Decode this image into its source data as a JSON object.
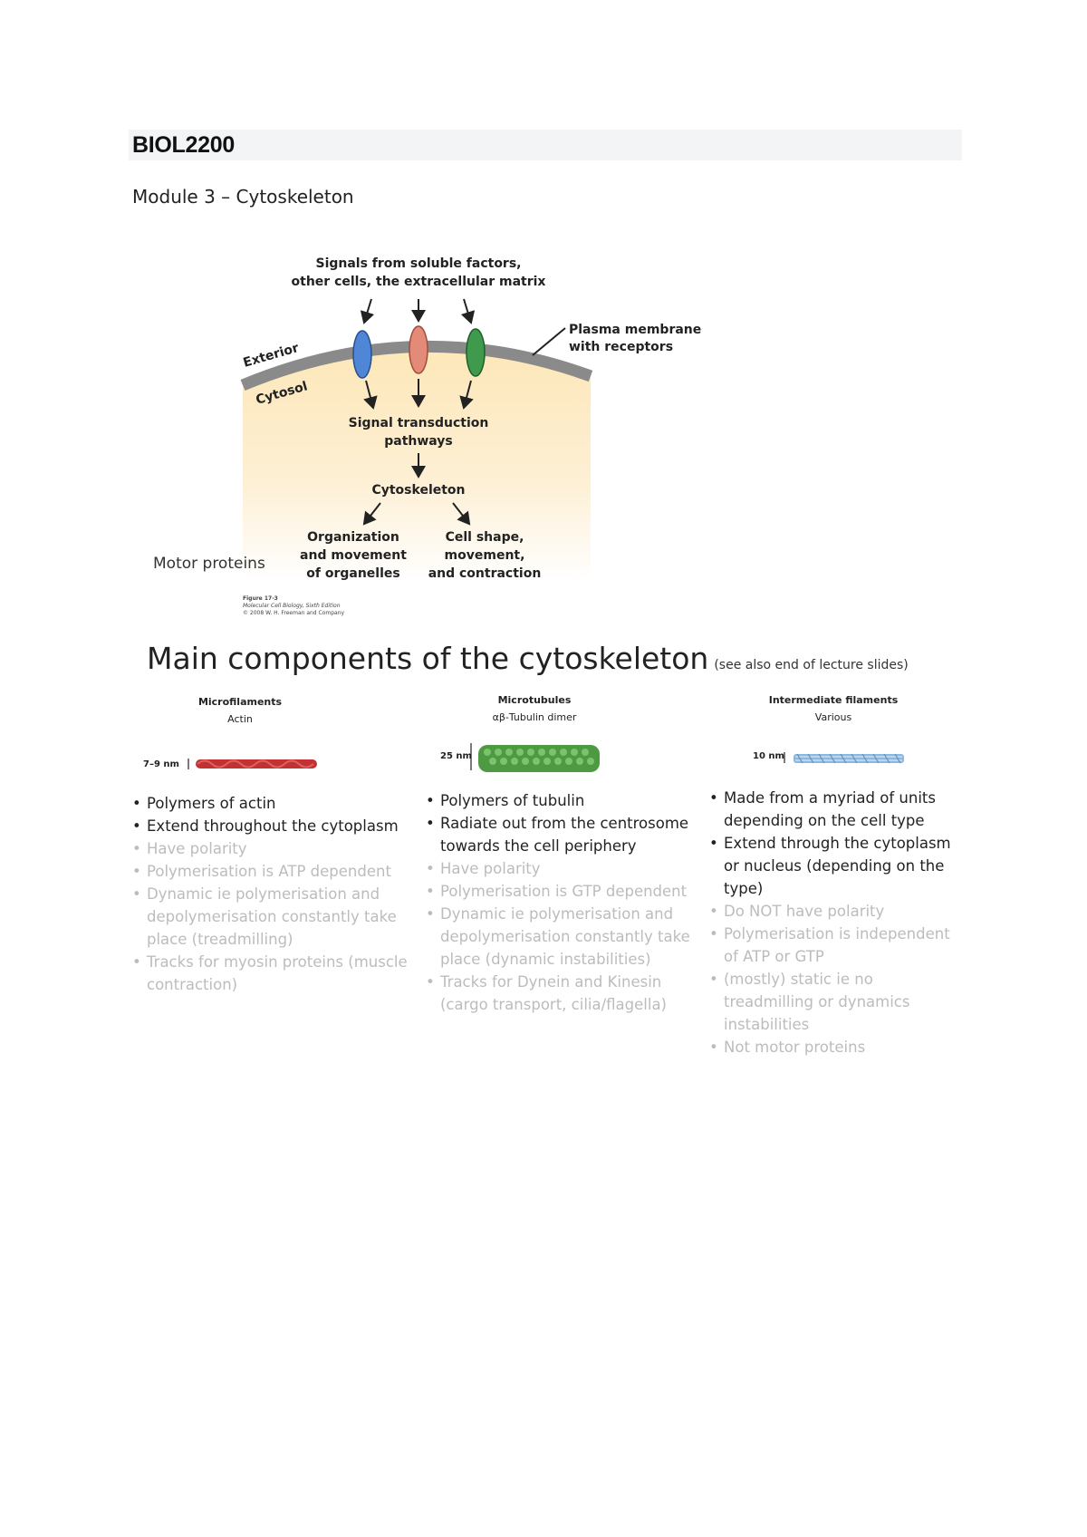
{
  "header": {
    "course_code": "BIOL2200",
    "module_title": "Module 3 – Cytoskeleton"
  },
  "signaling_diagram": {
    "signals_label_line1": "Signals from soluble factors,",
    "signals_label_line2": "other cells, the extracellular matrix",
    "membrane_label_line1": "Plasma membrane",
    "membrane_label_line2": "with receptors",
    "exterior_label": "Exterior",
    "cytosol_label": "Cytosol",
    "transduction_line1": "Signal transduction",
    "transduction_line2": "pathways",
    "cytoskeleton_label": "Cytoskeleton",
    "organization_line1": "Organization",
    "organization_line2": "and movement",
    "organization_line3": "of organelles",
    "cellshape_line1": "Cell shape,",
    "cellshape_line2": "movement,",
    "cellshape_line3": "and contraction",
    "credit_line1": "Figure 17-3",
    "credit_line2": "Molecular Cell Biology, Sixth Edition",
    "credit_line3": "© 2008 W. H. Freeman and Company",
    "receptor_colors": [
      "#4f86d6",
      "#e48a78",
      "#3f9a4e"
    ]
  },
  "motor_proteins_label": "Motor proteins",
  "components": {
    "title": "Main components of the cytoskeleton",
    "title_note": "(see also end of lecture slides)",
    "columns": [
      {
        "heading": "Microfilaments",
        "subheading": "Actin",
        "size": "7–9 nm",
        "filament_color": "#cc3a3a",
        "bullets": [
          {
            "text": "Polymers of actin",
            "style": "dark"
          },
          {
            "text": "Extend throughout the cytoplasm",
            "style": "dark"
          },
          {
            "text": "Have polarity",
            "style": "dim"
          },
          {
            "text": "Polymerisation is ATP dependent",
            "style": "dim"
          },
          {
            "text": "Dynamic ie polymerisation and depolymerisation constantly take place (treadmilling)",
            "style": "dim"
          },
          {
            "text": "Tracks for myosin proteins (muscle contraction)",
            "style": "dim"
          }
        ]
      },
      {
        "heading": "Microtubules",
        "subheading": "αβ-Tubulin dimer",
        "size": "25 nm",
        "filament_color": "#5aa64e",
        "bullets": [
          {
            "text": "Polymers of tubulin",
            "style": "dark"
          },
          {
            "text": "Radiate out from the centrosome towards the cell periphery",
            "style": "dark"
          },
          {
            "text": "Have polarity",
            "style": "dim"
          },
          {
            "text": "Polymerisation is GTP dependent",
            "style": "dim"
          },
          {
            "text": "Dynamic ie polymerisation and depolymerisation constantly take place (dynamic instabilities)",
            "style": "dim"
          },
          {
            "text": "Tracks for Dynein and Kinesin (cargo transport, cilia/flagella)",
            "style": "dim"
          }
        ]
      },
      {
        "heading": "Intermediate filaments",
        "subheading": "Various",
        "size": "10 nm",
        "filament_color": "#8ab8e0",
        "bullets": [
          {
            "text": "Made from a myriad of units depending on the cell type",
            "style": "dark"
          },
          {
            "text": "Extend through the cytoplasm or nucleus (depending on the type)",
            "style": "dark"
          },
          {
            "text": "Do NOT have polarity",
            "style": "dim"
          },
          {
            "text": "Polymerisation is independent of ATP or GTP",
            "style": "dim"
          },
          {
            "text": "(mostly) static ie no treadmilling or dynamics instabilities",
            "style": "dim"
          },
          {
            "text": "Not motor proteins",
            "style": "dim"
          }
        ]
      }
    ]
  }
}
